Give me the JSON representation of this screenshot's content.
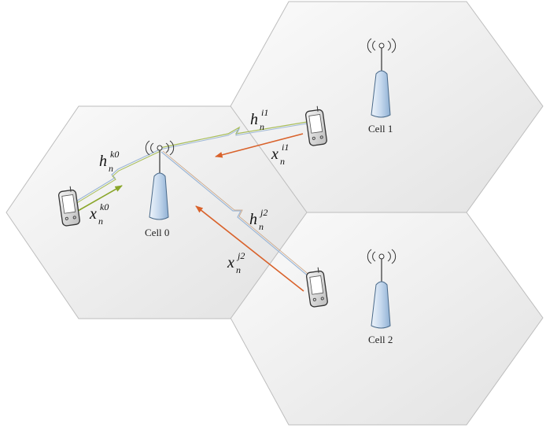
{
  "cells": [
    {
      "id": "cell-0",
      "label": "Cell 0"
    },
    {
      "id": "cell-1",
      "label": "Cell 1"
    },
    {
      "id": "cell-2",
      "label": "Cell 2"
    }
  ],
  "channels": [
    {
      "id": "h-k0",
      "base": "h",
      "sub": "n",
      "sup": "k0"
    },
    {
      "id": "h-i1",
      "base": "h",
      "sub": "n",
      "sup": "i1"
    },
    {
      "id": "h-j2",
      "base": "h",
      "sub": "n",
      "sup": "j2"
    }
  ],
  "signals": [
    {
      "id": "x-k0",
      "base": "x",
      "sub": "n",
      "sup": "k0"
    },
    {
      "id": "x-i1",
      "base": "x",
      "sub": "n",
      "sup": "i1"
    },
    {
      "id": "x-j2",
      "base": "x",
      "sub": "n",
      "sup": "j2"
    }
  ],
  "colors": {
    "cell_edge": "#bdbdbd",
    "cell_fill_light": "#f7f7f7",
    "cell_fill_dark": "#e3e3e3",
    "tower": "#bcd3ea",
    "tower_edge": "#4a6a8a",
    "green_arrow": "#8aa62a",
    "orange_arrow": "#d9622b",
    "link_blue": "#9db7d6",
    "link_green": "#a8bd58"
  }
}
